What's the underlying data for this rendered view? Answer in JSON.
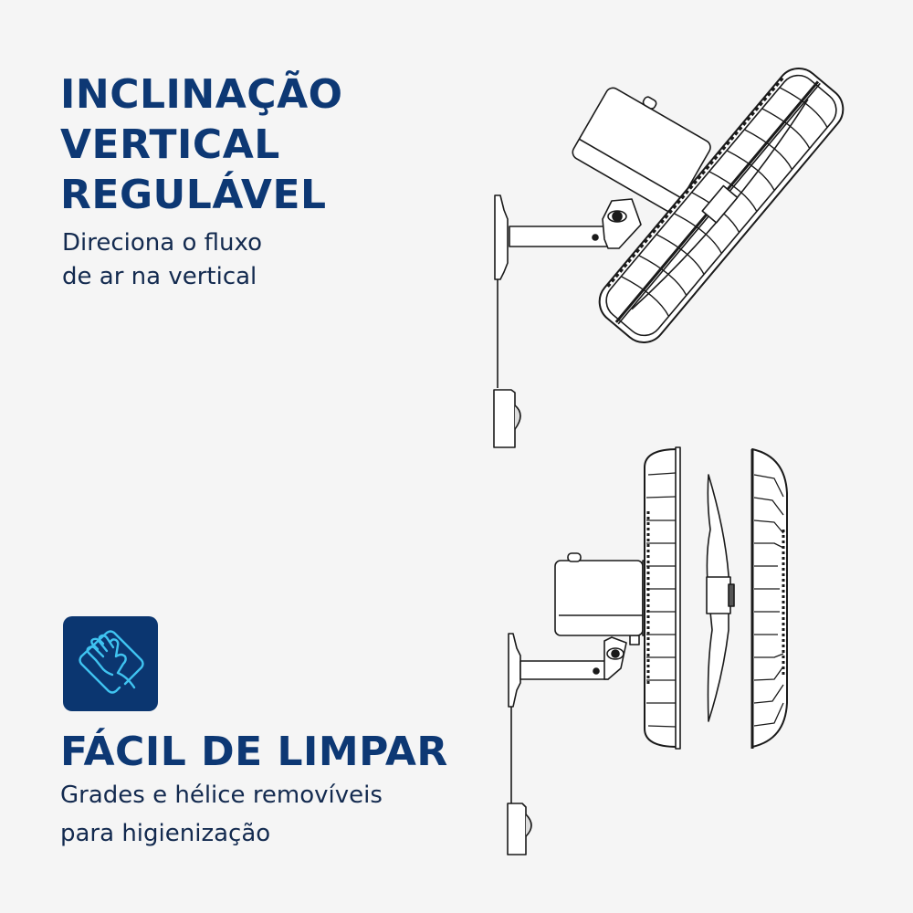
{
  "feature1": {
    "title_lines": [
      "INCLINAÇÃO",
      "VERTICAL",
      "REGULÁVEL"
    ],
    "subtitle_lines": [
      "Direciona o fluxo",
      "de ar na vertical"
    ],
    "illustration": "tilted-wall-fan-icon"
  },
  "feature2": {
    "icon": "hand-wiping-cloth-icon",
    "title": "FÁCIL DE LIMPAR",
    "subtitle_lines": [
      "Grades e hélice removíveis",
      "para higienização"
    ],
    "illustration": "exploded-wall-fan-icon"
  },
  "colors": {
    "background": "#f5f5f5",
    "heading": "#0d3874",
    "body_text": "#132a4f",
    "icon_box": "#0b3670",
    "icon_line": "#3fc3f0",
    "drawing_line": "#1a1a1a"
  }
}
